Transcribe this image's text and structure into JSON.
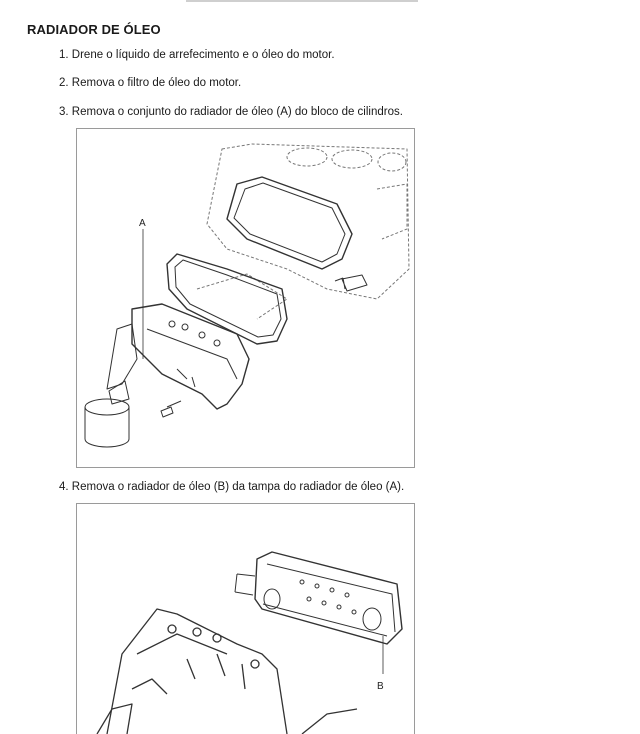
{
  "section": {
    "title": "RADIADOR DE ÓLEO"
  },
  "steps": [
    {
      "text": "1. Drene o líquido de arrefecimento e o óleo do motor."
    },
    {
      "text": "2. Remova o filtro de óleo do motor."
    },
    {
      "text": "3. Remova o conjunto do radiador de óleo (A) do bloco de cilindros."
    },
    {
      "text": "4. Remova o radiador de óleo (B) da tampa do radiador de óleo (A)."
    }
  ],
  "figures": [
    {
      "callouts": [
        "A"
      ]
    },
    {
      "callouts": [
        "B"
      ]
    }
  ]
}
